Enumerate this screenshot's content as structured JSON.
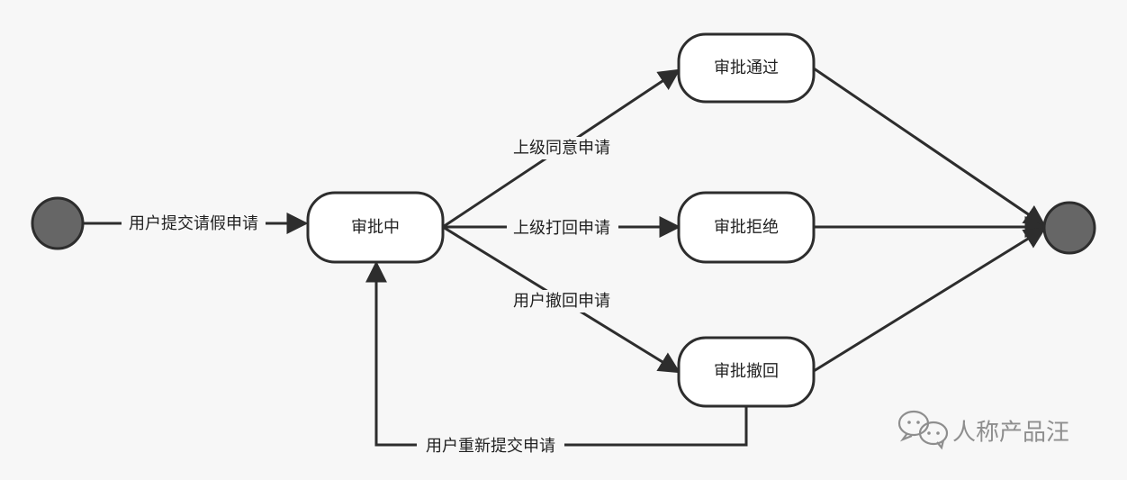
{
  "nodes": {
    "pending": "审批中",
    "approved": "审批通过",
    "rejected": "审批拒绝",
    "withdrawn": "审批撤回"
  },
  "edges": {
    "submit": "用户提交请假申请",
    "agree": "上级同意申请",
    "reject": "上级打回申请",
    "withdraw": "用户撤回申请",
    "resubmit": "用户重新提交申请"
  },
  "watermark": {
    "text": "人称产品汪"
  },
  "colors": {
    "background": "#f7f7f7",
    "line": "#2d2d2d",
    "node_fill": "#ffffff",
    "state_fill": "#666666",
    "watermark": "#8e8e8e"
  }
}
